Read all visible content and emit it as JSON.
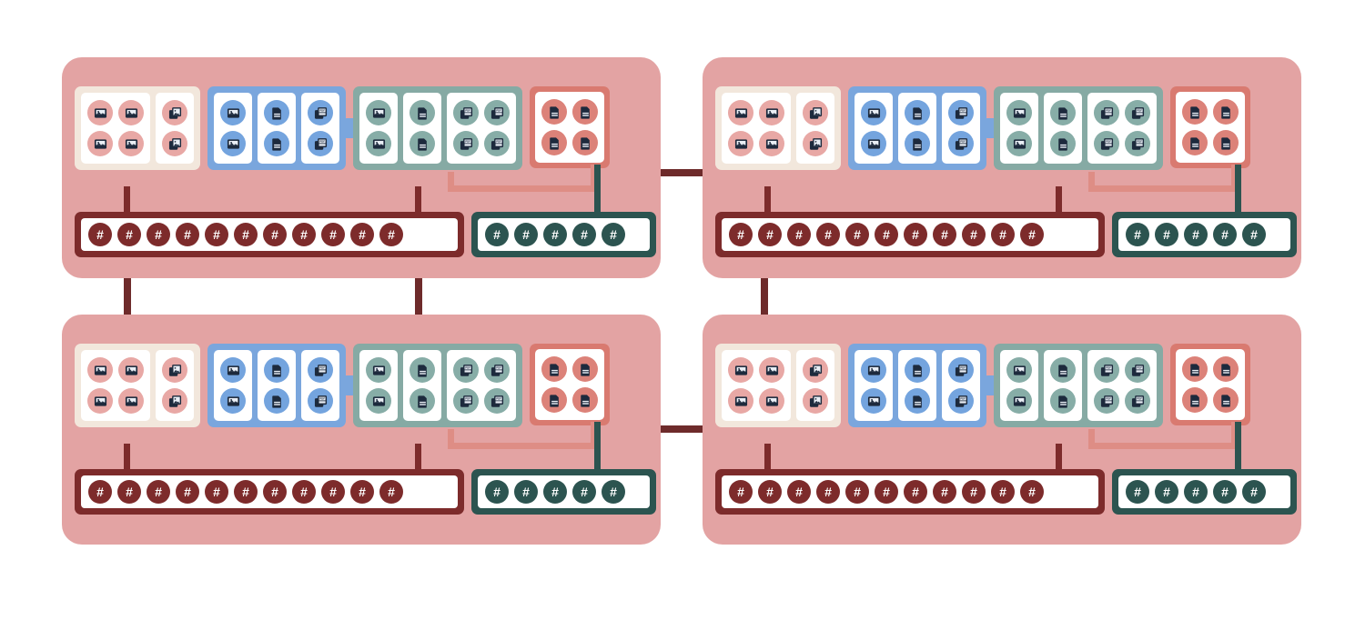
{
  "diagram": {
    "title": "data-pipeline-replica-grid",
    "colors": {
      "page_background": "#ffffff",
      "panel_background": "#e3a3a3",
      "group_beige": "#f2e7dc",
      "group_blue": "#7aa6dd",
      "group_teal": "#86aaa4",
      "group_red": "#d97a70",
      "bar_dark_red": "#7d2b2b",
      "bar_dark_teal": "#2c5450",
      "connector_dark_red": "#6e2b2b",
      "connector_salmon": "#de8d85",
      "icon_glyph": "#1d2a3d",
      "cell_white": "#ffffff"
    },
    "hash_symbol": "#",
    "icon_names": {
      "image": "image-icon",
      "document": "document-icon",
      "copy": "copy-stack-icon",
      "pdf": "pdf-stack-icon"
    },
    "panels": [
      {
        "id": "panel-top-left",
        "name": "panel-top-left",
        "groups": [
          {
            "id": "group-beige",
            "name": "group-beige",
            "tone": "beige",
            "cells": [
              {
                "name": "cell-beige-images",
                "cols": 2,
                "icons": [
                  "image",
                  "image",
                  "image",
                  "image"
                ]
              },
              {
                "name": "cell-beige-copies",
                "cols": 1,
                "icons": [
                  "copy",
                  "copy"
                ]
              }
            ]
          },
          {
            "id": "group-blue",
            "name": "group-blue",
            "tone": "blue",
            "tab": true,
            "cells": [
              {
                "name": "cell-blue-images",
                "cols": 1,
                "icons": [
                  "image",
                  "image"
                ]
              },
              {
                "name": "cell-blue-documents",
                "cols": 1,
                "icons": [
                  "document",
                  "document"
                ]
              },
              {
                "name": "cell-blue-pdfs",
                "cols": 1,
                "icons": [
                  "pdf",
                  "pdf"
                ]
              }
            ]
          },
          {
            "id": "group-teal",
            "name": "group-teal",
            "tone": "teal",
            "cells": [
              {
                "name": "cell-teal-images",
                "cols": 1,
                "icons": [
                  "image",
                  "image"
                ]
              },
              {
                "name": "cell-teal-documents",
                "cols": 1,
                "icons": [
                  "document",
                  "document"
                ]
              },
              {
                "name": "cell-teal-pdfs",
                "cols": 2,
                "icons": [
                  "pdf",
                  "pdf",
                  "pdf",
                  "pdf"
                ]
              }
            ]
          },
          {
            "id": "group-red",
            "name": "group-red",
            "tone": "red",
            "cells": [
              {
                "name": "cell-red-documents",
                "cols": 2,
                "icons": [
                  "document",
                  "document",
                  "document",
                  "document"
                ]
              }
            ]
          }
        ],
        "bars": [
          {
            "name": "bar-dark-red",
            "tone": "dark-red",
            "hash_count": 11
          },
          {
            "name": "bar-dark-teal",
            "tone": "dark-teal",
            "hash_count": 5
          }
        ]
      },
      {
        "id": "panel-top-right",
        "name": "panel-top-right",
        "groups": [
          {
            "id": "group-beige",
            "name": "group-beige",
            "tone": "beige",
            "cells": [
              {
                "name": "cell-beige-images",
                "cols": 2,
                "icons": [
                  "image",
                  "image",
                  "image",
                  "image"
                ]
              },
              {
                "name": "cell-beige-copies",
                "cols": 1,
                "icons": [
                  "copy",
                  "copy"
                ]
              }
            ]
          },
          {
            "id": "group-blue",
            "name": "group-blue",
            "tone": "blue",
            "tab": true,
            "cells": [
              {
                "name": "cell-blue-images",
                "cols": 1,
                "icons": [
                  "image",
                  "image"
                ]
              },
              {
                "name": "cell-blue-documents",
                "cols": 1,
                "icons": [
                  "document",
                  "document"
                ]
              },
              {
                "name": "cell-blue-pdfs",
                "cols": 1,
                "icons": [
                  "pdf",
                  "pdf"
                ]
              }
            ]
          },
          {
            "id": "group-teal",
            "name": "group-teal",
            "tone": "teal",
            "cells": [
              {
                "name": "cell-teal-images",
                "cols": 1,
                "icons": [
                  "image",
                  "image"
                ]
              },
              {
                "name": "cell-teal-documents",
                "cols": 1,
                "icons": [
                  "document",
                  "document"
                ]
              },
              {
                "name": "cell-teal-pdfs",
                "cols": 2,
                "icons": [
                  "pdf",
                  "pdf",
                  "pdf",
                  "pdf"
                ]
              }
            ]
          },
          {
            "id": "group-red",
            "name": "group-red",
            "tone": "red",
            "cells": [
              {
                "name": "cell-red-documents",
                "cols": 2,
                "icons": [
                  "document",
                  "document",
                  "document",
                  "document"
                ]
              }
            ]
          }
        ],
        "bars": [
          {
            "name": "bar-dark-red",
            "tone": "dark-red",
            "hash_count": 11
          },
          {
            "name": "bar-dark-teal",
            "tone": "dark-teal",
            "hash_count": 5
          }
        ]
      },
      {
        "id": "panel-bottom-left",
        "name": "panel-bottom-left",
        "groups": [
          {
            "id": "group-beige",
            "name": "group-beige",
            "tone": "beige",
            "cells": [
              {
                "name": "cell-beige-images",
                "cols": 2,
                "icons": [
                  "image",
                  "image",
                  "image",
                  "image"
                ]
              },
              {
                "name": "cell-beige-copies",
                "cols": 1,
                "icons": [
                  "copy",
                  "copy"
                ]
              }
            ]
          },
          {
            "id": "group-blue",
            "name": "group-blue",
            "tone": "blue",
            "tab": true,
            "cells": [
              {
                "name": "cell-blue-images",
                "cols": 1,
                "icons": [
                  "image",
                  "image"
                ]
              },
              {
                "name": "cell-blue-documents",
                "cols": 1,
                "icons": [
                  "document",
                  "document"
                ]
              },
              {
                "name": "cell-blue-pdfs",
                "cols": 1,
                "icons": [
                  "pdf",
                  "pdf"
                ]
              }
            ]
          },
          {
            "id": "group-teal",
            "name": "group-teal",
            "tone": "teal",
            "cells": [
              {
                "name": "cell-teal-images",
                "cols": 1,
                "icons": [
                  "image",
                  "image"
                ]
              },
              {
                "name": "cell-teal-documents",
                "cols": 1,
                "icons": [
                  "document",
                  "document"
                ]
              },
              {
                "name": "cell-teal-pdfs",
                "cols": 2,
                "icons": [
                  "pdf",
                  "pdf",
                  "pdf",
                  "pdf"
                ]
              }
            ]
          },
          {
            "id": "group-red",
            "name": "group-red",
            "tone": "red",
            "cells": [
              {
                "name": "cell-red-documents",
                "cols": 2,
                "icons": [
                  "document",
                  "document",
                  "document",
                  "document"
                ]
              }
            ]
          }
        ],
        "bars": [
          {
            "name": "bar-dark-red",
            "tone": "dark-red",
            "hash_count": 11
          },
          {
            "name": "bar-dark-teal",
            "tone": "dark-teal",
            "hash_count": 5
          }
        ]
      },
      {
        "id": "panel-bottom-right",
        "name": "panel-bottom-right",
        "groups": [
          {
            "id": "group-beige",
            "name": "group-beige",
            "tone": "beige",
            "cells": [
              {
                "name": "cell-beige-images",
                "cols": 2,
                "icons": [
                  "image",
                  "image",
                  "image",
                  "image"
                ]
              },
              {
                "name": "cell-beige-copies",
                "cols": 1,
                "icons": [
                  "copy",
                  "copy"
                ]
              }
            ]
          },
          {
            "id": "group-blue",
            "name": "group-blue",
            "tone": "blue",
            "tab": true,
            "cells": [
              {
                "name": "cell-blue-images",
                "cols": 1,
                "icons": [
                  "image",
                  "image"
                ]
              },
              {
                "name": "cell-blue-documents",
                "cols": 1,
                "icons": [
                  "document",
                  "document"
                ]
              },
              {
                "name": "cell-blue-pdfs",
                "cols": 1,
                "icons": [
                  "pdf",
                  "pdf"
                ]
              }
            ]
          },
          {
            "id": "group-teal",
            "name": "group-teal",
            "tone": "teal",
            "cells": [
              {
                "name": "cell-teal-images",
                "cols": 1,
                "icons": [
                  "image",
                  "image"
                ]
              },
              {
                "name": "cell-teal-documents",
                "cols": 1,
                "icons": [
                  "document",
                  "document"
                ]
              },
              {
                "name": "cell-teal-pdfs",
                "cols": 2,
                "icons": [
                  "pdf",
                  "pdf",
                  "pdf",
                  "pdf"
                ]
              }
            ]
          },
          {
            "id": "group-red",
            "name": "group-red",
            "tone": "red",
            "cells": [
              {
                "name": "cell-red-documents",
                "cols": 2,
                "icons": [
                  "document",
                  "document",
                  "document",
                  "document"
                ]
              }
            ]
          }
        ],
        "bars": [
          {
            "name": "bar-dark-red",
            "tone": "dark-red",
            "hash_count": 11
          },
          {
            "name": "bar-dark-teal",
            "tone": "dark-teal",
            "hash_count": 5
          }
        ]
      }
    ],
    "inter_panel_links": [
      {
        "name": "link-top-left-to-top-right",
        "orientation": "horizontal"
      },
      {
        "name": "link-bottom-left-to-bottom-right",
        "orientation": "horizontal"
      },
      {
        "name": "link-top-left-to-bottom-left-a",
        "orientation": "vertical"
      },
      {
        "name": "link-top-left-to-bottom-left-b",
        "orientation": "vertical"
      },
      {
        "name": "link-top-right-to-bottom-right",
        "orientation": "vertical"
      }
    ]
  }
}
